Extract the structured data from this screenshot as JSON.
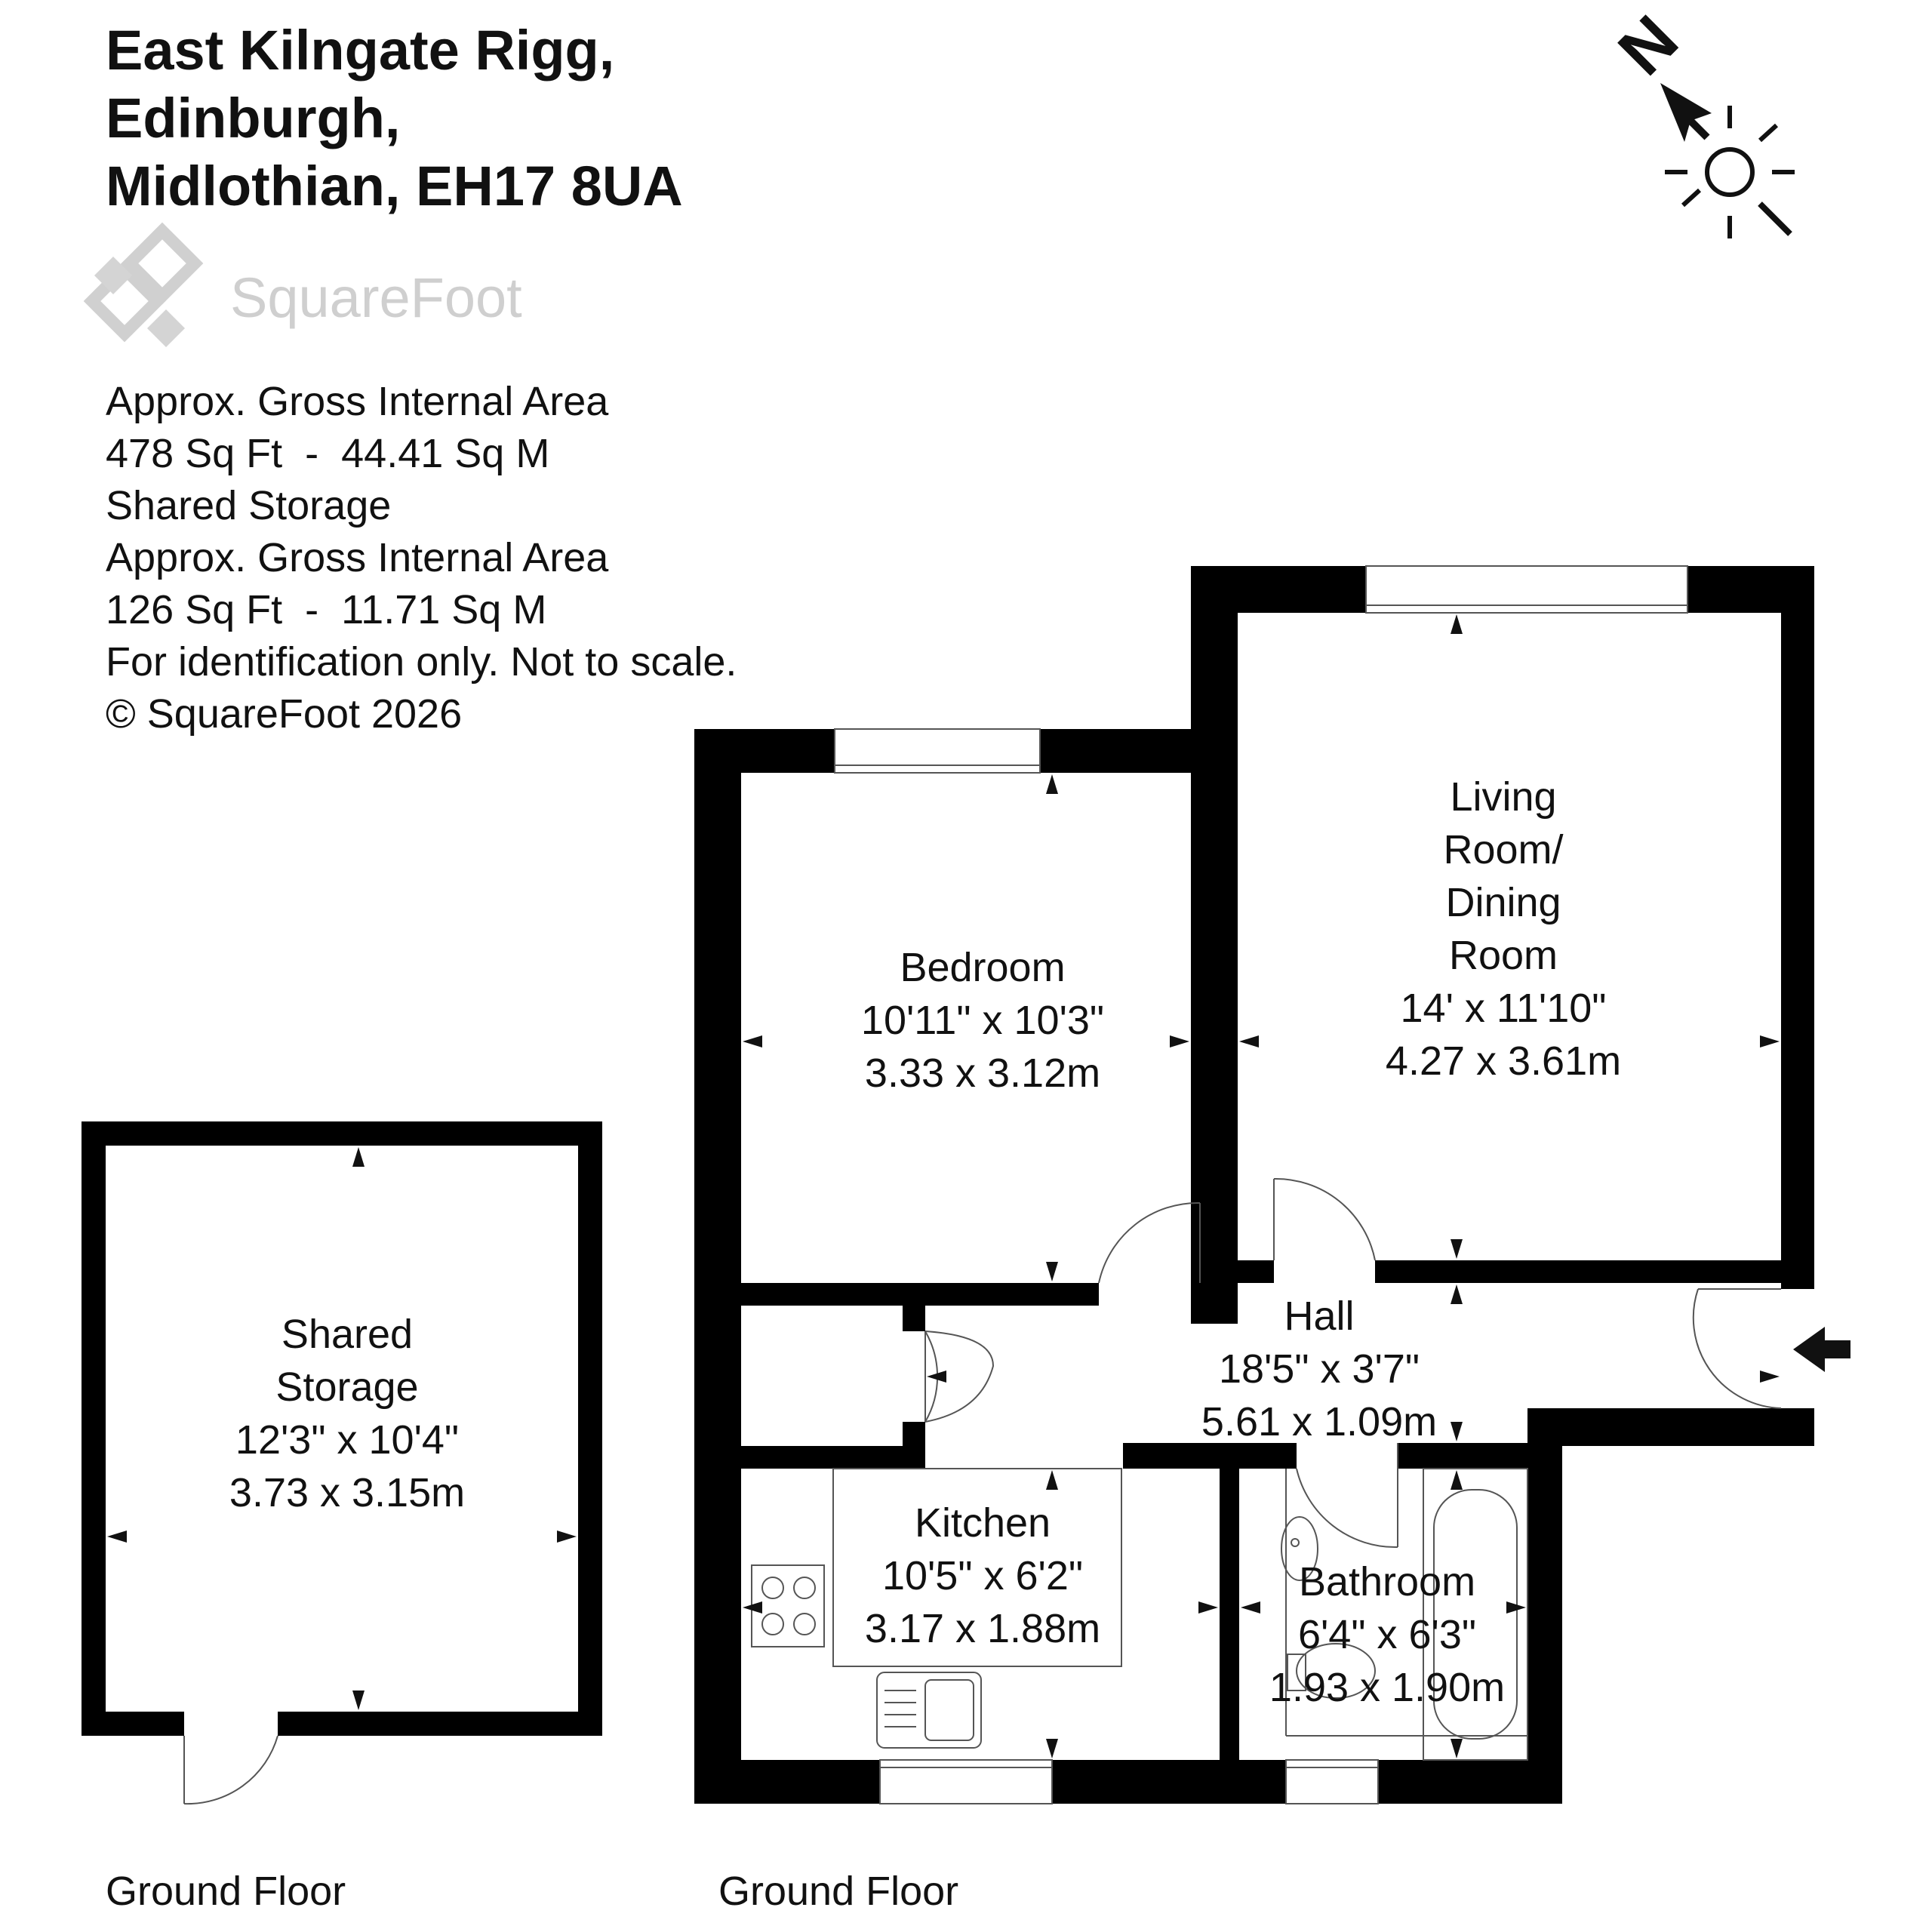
{
  "address": {
    "line1": "East Kilngate Rigg,",
    "line2": "Edinburgh,",
    "line3": "Midlothian, EH17 8UA"
  },
  "brand": {
    "name": "SquareFoot",
    "logo_icon": "squarefoot-diamond-logo-icon"
  },
  "compass": {
    "letter": "N",
    "icon": "north-arrow-sun-icon"
  },
  "area_info": {
    "line1": "Approx. Gross Internal Area",
    "line2": "478 Sq Ft  -  44.41 Sq M",
    "line3": "Shared Storage",
    "line4": "Approx. Gross Internal Area",
    "line5": "126 Sq Ft  -  11.71 Sq M",
    "line6": "For identification only. Not to scale.",
    "line7": "© SquareFoot 2026"
  },
  "rooms": {
    "bedroom": {
      "name": "Bedroom",
      "imperial": "10'11\" x 10'3\"",
      "metric": "3.33 x 3.12m"
    },
    "living": {
      "name_1": "Living",
      "name_2": "Room/",
      "name_3": "Dining",
      "name_4": "Room",
      "imperial": "14' x 11'10\"",
      "metric": "4.27 x 3.61m"
    },
    "hall": {
      "name": "Hall",
      "imperial": "18'5\" x 3'7\"",
      "metric": "5.61 x 1.09m"
    },
    "kitchen": {
      "name": "Kitchen",
      "imperial": "10'5\" x 6'2\"",
      "metric": "3.17 x 1.88m"
    },
    "bathroom": {
      "name": "Bathroom",
      "imperial": "6'4\" x 6'3\"",
      "metric": "1.93 x 1.90m"
    },
    "storage": {
      "name_1": "Shared",
      "name_2": "Storage",
      "imperial": "12'3\" x 10'4\"",
      "metric": "3.73 x 3.15m"
    }
  },
  "floors": {
    "storage_label": "Ground Floor",
    "main_label": "Ground Floor"
  },
  "colors": {
    "wall": "#000000",
    "text": "#111111",
    "logo_grey": "#cfcfcf"
  }
}
